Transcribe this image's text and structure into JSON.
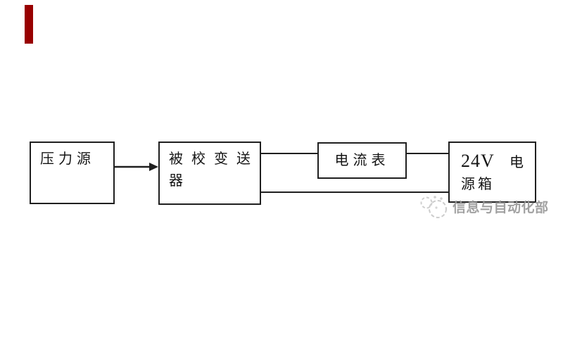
{
  "page": {
    "background": "#ffffff"
  },
  "accent_bar": {
    "color": "#980000"
  },
  "diagram": {
    "line_color": "#1f1f1f",
    "boxes": {
      "pressure_source": {
        "label": "压力源"
      },
      "transmitter": {
        "label": "被校变送器",
        "line1": "被校变送",
        "line2": "器"
      },
      "ammeter": {
        "label": "电流表"
      },
      "power_supply": {
        "label": "24V 电源箱",
        "line1_latin": "24V",
        "line1_cjk": "电",
        "line2": "源箱"
      }
    },
    "connections": [
      {
        "from": "压力源",
        "to": "被校变送器",
        "type": "arrow"
      },
      {
        "from": "被校变送器",
        "to": "电流表",
        "type": "line"
      },
      {
        "from": "电流表",
        "to": "24V 电源箱",
        "type": "line"
      },
      {
        "from": "被校变送器",
        "to": "24V 电源箱",
        "type": "line"
      }
    ]
  },
  "watermark": {
    "text": "信息与自动化部",
    "color": "#9a9a9a",
    "logo": "paw-circle-logo-icon"
  }
}
